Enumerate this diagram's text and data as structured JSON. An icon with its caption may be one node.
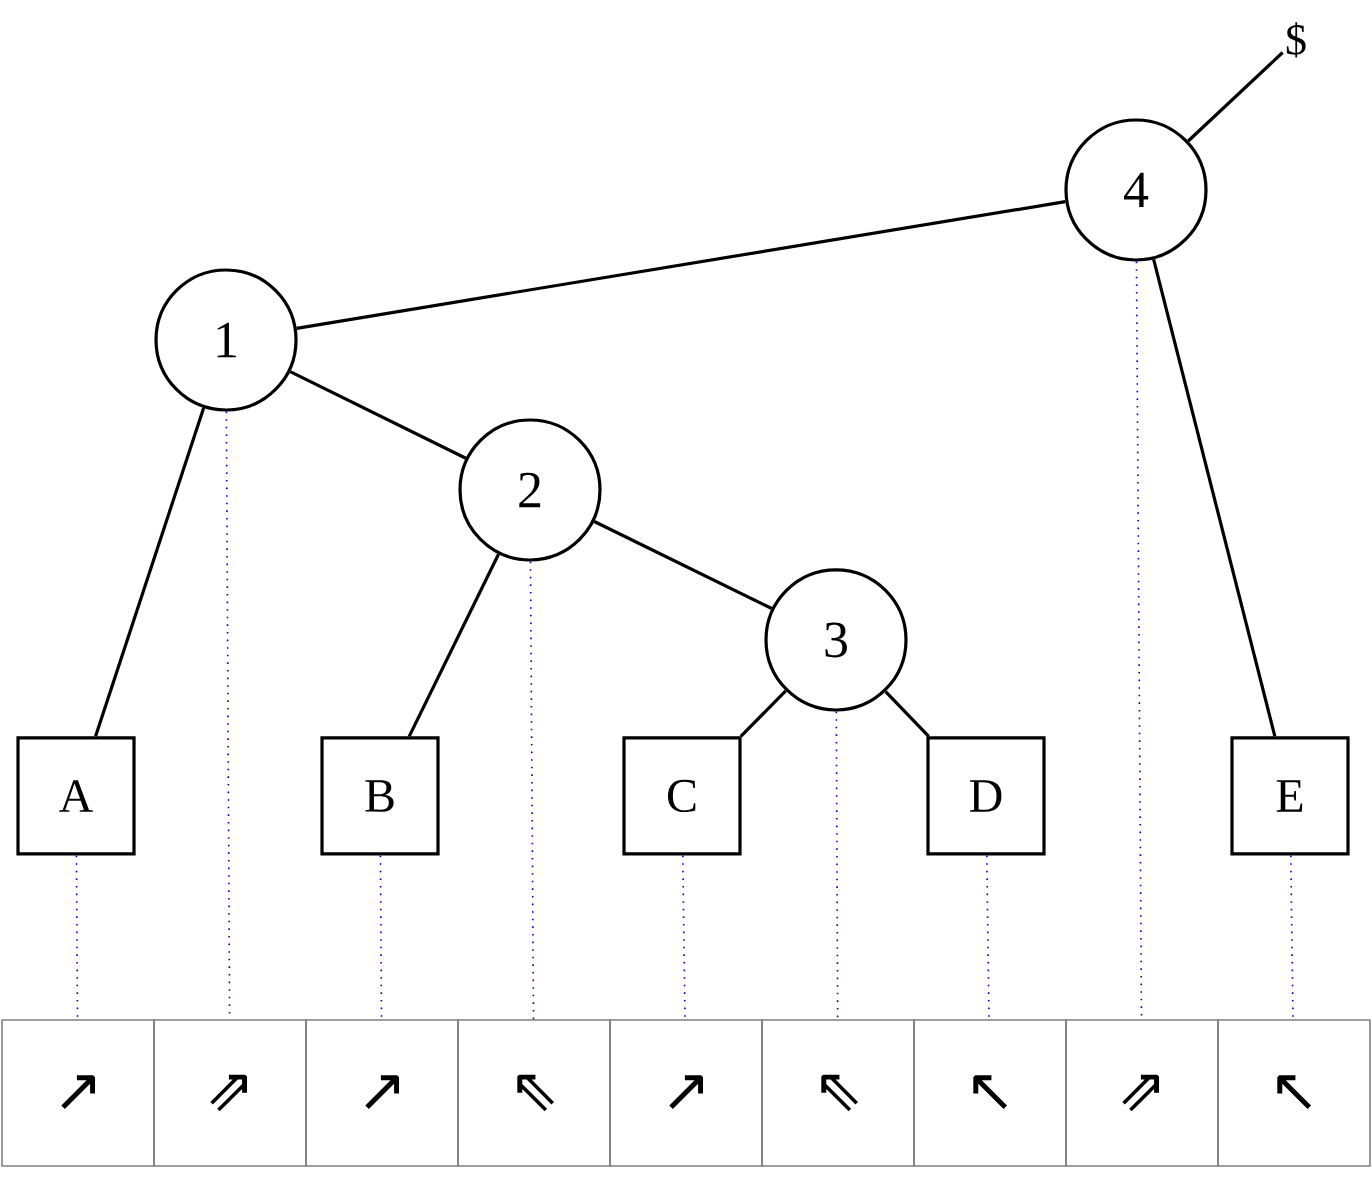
{
  "diagram": {
    "nodes": [
      {
        "text": [
          "$"
        ]
      },
      {
        "text": [
          "4"
        ]
      },
      {
        "text": [
          "1"
        ]
      },
      {
        "text": [
          "2"
        ]
      },
      {
        "text": [
          "3"
        ]
      },
      {
        "text": [
          "A"
        ]
      },
      {
        "text": [
          "B"
        ]
      },
      {
        "text": [
          "C"
        ]
      },
      {
        "text": [
          "D"
        ]
      },
      {
        "text": [
          "E"
        ]
      },
      {
        "text": [
          "↗"
        ]
      },
      {
        "text": [
          "⇗"
        ]
      },
      {
        "text": [
          "↗"
        ]
      },
      {
        "text": [
          "⇖"
        ]
      },
      {
        "text": [
          "↗"
        ]
      },
      {
        "text": [
          "⇖"
        ]
      },
      {
        "text": [
          "↖"
        ]
      },
      {
        "text": [
          "⇗"
        ]
      },
      {
        "text": [
          "↖"
        ]
      }
    ],
    "edges": [
      {
        "from": 1,
        "to": 0,
        "arrow": "none"
      },
      {
        "from": 1,
        "to": 2,
        "arrow": "none"
      },
      {
        "from": 1,
        "to": 9,
        "arrow": "none"
      },
      {
        "from": 2,
        "to": 5,
        "arrow": "none"
      },
      {
        "from": 2,
        "to": 3,
        "arrow": "none"
      },
      {
        "from": 3,
        "to": 6,
        "arrow": "none"
      },
      {
        "from": 3,
        "to": 4,
        "arrow": "none"
      },
      {
        "from": 4,
        "to": 7,
        "arrow": "none"
      },
      {
        "from": 4,
        "to": 8,
        "arrow": "none"
      },
      {
        "from": 5,
        "to": 10,
        "arrow": "none",
        "style": "dashed",
        "color": "#0000cc"
      },
      {
        "from": 2,
        "to": 11,
        "arrow": "none",
        "style": "dashed",
        "color": "#0000cc"
      },
      {
        "from": 6,
        "to": 12,
        "arrow": "none",
        "style": "dashed",
        "color": "#0000cc"
      },
      {
        "from": 3,
        "to": 13,
        "arrow": "none",
        "style": "dashed",
        "color": "#0000cc"
      },
      {
        "from": 7,
        "to": 14,
        "arrow": "none",
        "style": "dashed",
        "color": "#0000cc"
      },
      {
        "from": 4,
        "to": 15,
        "arrow": "none",
        "style": "dashed",
        "color": "#0000cc"
      },
      {
        "from": 8,
        "to": 16,
        "arrow": "none",
        "style": "dashed",
        "color": "#0000cc"
      },
      {
        "from": 1,
        "to": 17,
        "arrow": "none",
        "style": "dashed",
        "color": "#0000cc"
      },
      {
        "from": 9,
        "to": 18,
        "arrow": "none",
        "style": "dashed",
        "color": "#0000cc"
      }
    ]
  }
}
